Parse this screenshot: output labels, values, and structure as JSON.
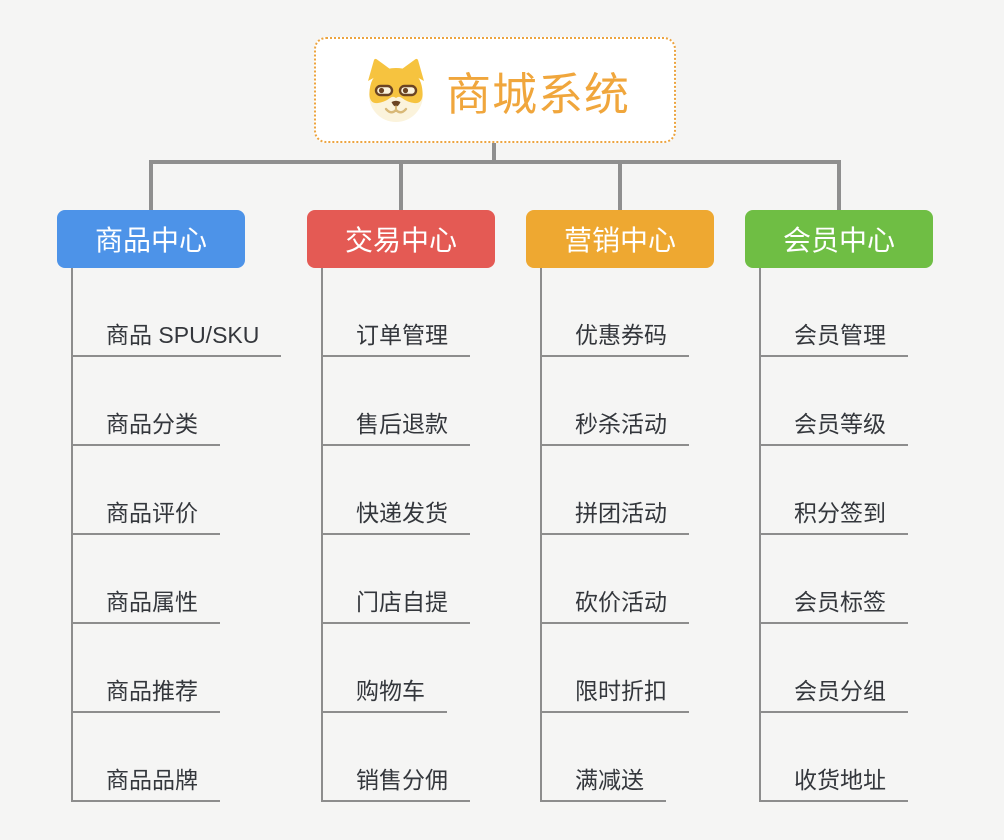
{
  "page": {
    "background": "#f5f5f4"
  },
  "root": {
    "title": "商城系统",
    "icon": "dog-face-icon",
    "title_color": "#f0a63c",
    "border_color": "#eca43f"
  },
  "connector_color": "#8f8f8f",
  "leaf_line_color": "#8d8d8d",
  "branches": [
    {
      "label": "商品中心",
      "color": "#4d93e8",
      "children": [
        "商品 SPU/SKU",
        "商品分类",
        "商品评价",
        "商品属性",
        "商品推荐",
        "商品品牌"
      ]
    },
    {
      "label": "交易中心",
      "color": "#e45a54",
      "children": [
        "订单管理",
        "售后退款",
        "快递发货",
        "门店自提",
        "购物车",
        "销售分佣"
      ]
    },
    {
      "label": "营销中心",
      "color": "#eea831",
      "children": [
        "优惠券码",
        "秒杀活动",
        "拼团活动",
        "砍价活动",
        "限时折扣",
        "满减送"
      ]
    },
    {
      "label": "会员中心",
      "color": "#6fbe44",
      "children": [
        "会员管理",
        "会员等级",
        "积分签到",
        "会员标签",
        "会员分组",
        "收货地址"
      ]
    }
  ]
}
